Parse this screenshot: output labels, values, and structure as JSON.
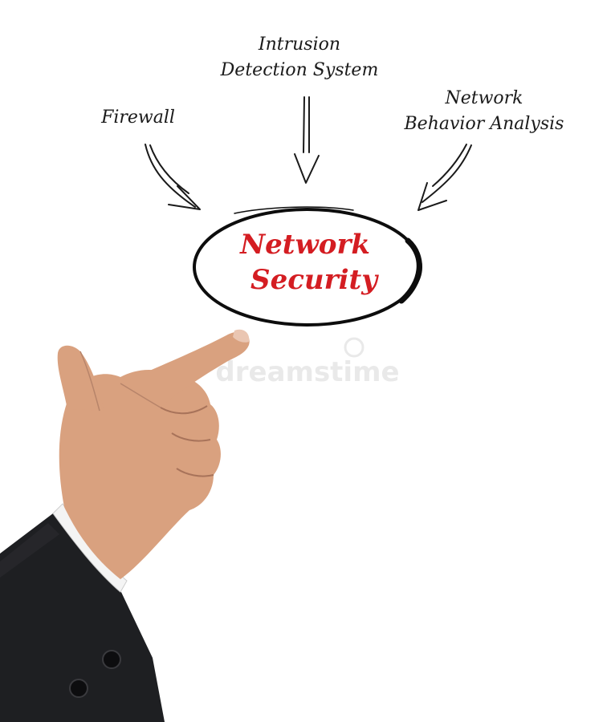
{
  "diagram": {
    "center": {
      "line1": "Network",
      "line2": "Security"
    },
    "inputs": [
      {
        "lines": [
          "Firewall"
        ]
      },
      {
        "lines": [
          "Intrusion",
          "Detection System"
        ]
      },
      {
        "lines": [
          "Network",
          "Behavior Analysis"
        ]
      }
    ]
  },
  "colors": {
    "center_text": "#d41d22",
    "ink": "#1a1a1a",
    "background": "#ffffff",
    "suit": "#1e1f22",
    "skin": "#d9a17f"
  },
  "watermark": "dreamstime"
}
